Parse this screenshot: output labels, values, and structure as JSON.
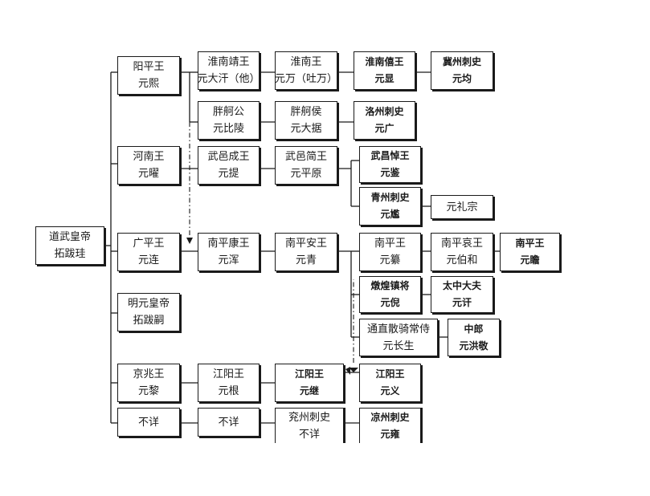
{
  "nodes": {
    "n_root": [
      "道武皇帝",
      "拓跋珪"
    ],
    "n_yang": [
      "阳平王",
      "元熙"
    ],
    "n_he": [
      "河南王",
      "元曜"
    ],
    "n_guang": [
      "广平王",
      "元连"
    ],
    "n_ming": [
      "明元皇帝",
      "拓跋嗣"
    ],
    "n_jing": [
      "京兆王",
      "元黎"
    ],
    "n_buxiang1": [
      "不详"
    ],
    "n_huainanjing": [
      "淮南靖王",
      "元大汗（他）"
    ],
    "n_huainan": [
      "淮南王",
      "元万（吐万）"
    ],
    "n_huainanxi": [
      "淮南僖王",
      "元显"
    ],
    "n_ji": [
      "冀州刺史",
      "元均"
    ],
    "n_jiegong": [
      "胖舸公",
      "元比陵"
    ],
    "n_jiehou": [
      "胖舸侯",
      "元大据"
    ],
    "n_luo": [
      "洛州刺史",
      "元广"
    ],
    "n_wuyicheng": [
      "武邑成王",
      "元提"
    ],
    "n_wuyijian": [
      "武邑简王",
      "元平原"
    ],
    "n_wuchang": [
      "武昌悼王",
      "元鉴"
    ],
    "n_qing": [
      "青州刺史",
      "元尷"
    ],
    "n_lizong": [
      "元礼宗"
    ],
    "n_nanpingkang": [
      "南平康王",
      "元浑"
    ],
    "n_nanpingan": [
      "南平安王",
      "元青"
    ],
    "n_nanping": [
      "南平王",
      "元纂"
    ],
    "n_nanpingai": [
      "南平哀王",
      "元伯和"
    ],
    "n_nanpingwang2": [
      "南平王",
      "元瞻"
    ],
    "n_dunhuang": [
      "燉煌镇将",
      "元倪"
    ],
    "n_taizhong": [
      "太中大夫",
      "元讦"
    ],
    "n_tongzhi": [
      "通直散骑常侍",
      "元长生"
    ],
    "n_zhonglang": [
      "中郎",
      "元洪敬"
    ],
    "n_jiangyang1": [
      "江阳王",
      "元根"
    ],
    "n_jiangyang2": [
      "江阳王",
      "元继"
    ],
    "n_jiangyang3": [
      "江阳王",
      "元义"
    ],
    "n_buxiang2": [
      "不详"
    ],
    "n_yan": [
      "兖州刺史",
      "不详"
    ],
    "n_liang": [
      "凉州刺史",
      "元雍"
    ]
  }
}
